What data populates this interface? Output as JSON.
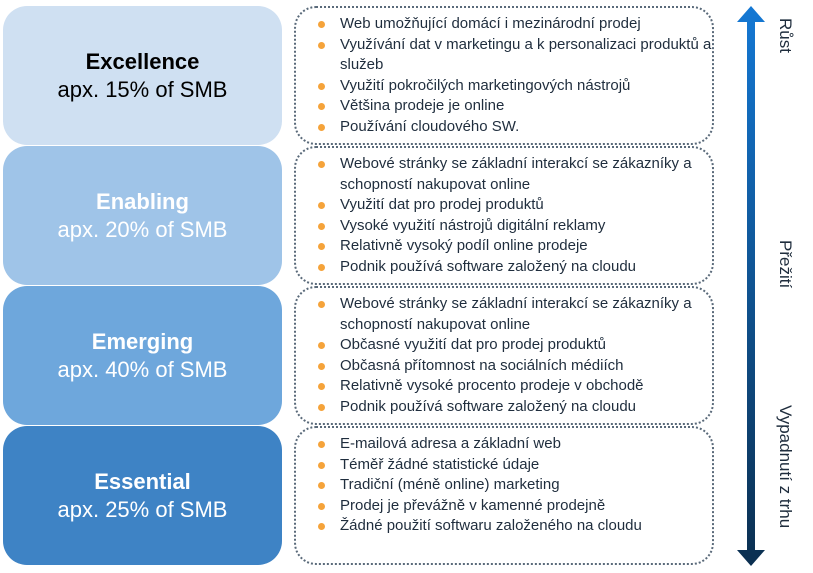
{
  "tiers": [
    {
      "name": "Excellence",
      "share": "apx. 15% of SMB",
      "bg": "#cfe0f2",
      "fg": "#000000",
      "items": [
        "Web umožňující domácí i mezinárodní prodej",
        "Využívání dat v marketingu a k personalizaci produktů a služeb",
        "Využití pokročilých marketingových nástrojů",
        "Většina prodeje je online",
        "Používání cloudového SW."
      ]
    },
    {
      "name": "Enabling",
      "share": "apx. 20% of SMB",
      "bg": "#9fc4e8",
      "fg": "#ffffff",
      "items": [
        "Webové stránky se základní interakcí se zákazníky a schopností nakupovat online",
        "Využití dat pro prodej produktů",
        "Vysoké využití nástrojů digitální reklamy",
        "Relativně vysoký podíl online prodeje",
        "Podnik používá software založený na cloudu"
      ]
    },
    {
      "name": "Emerging",
      "share": "apx. 40% of SMB",
      "bg": "#6ea7dc",
      "fg": "#ffffff",
      "items": [
        "Webové stránky se základní interakcí se zákazníky a schopností nakupovat online",
        "Občasné  využití dat pro prodej produktů",
        "Občasná přítomnost na sociálních médiích",
        "Relativně vysoké procento prodeje v obchodě",
        "Podnik používá software založený na cloudu"
      ]
    },
    {
      "name": "Essential",
      "share": "apx. 25% of SMB",
      "bg": "#3e83c5",
      "fg": "#ffffff",
      "items": [
        "E-mailová adresa a základní web",
        "Téměř žádné statistické údaje",
        "Tradiční (méně online) marketing",
        "Prodej je převážně v kamenné prodejně",
        "Žádné použití softwaru založeného na cloudu"
      ]
    }
  ],
  "axis": {
    "top": "Růst",
    "middle": "Přežití",
    "bottom": "Vypadnutí z trhu"
  },
  "colors": {
    "bullet": "#f5a33a",
    "arrow_top": "#1478d4",
    "arrow_bottom": "#0b2f50"
  }
}
